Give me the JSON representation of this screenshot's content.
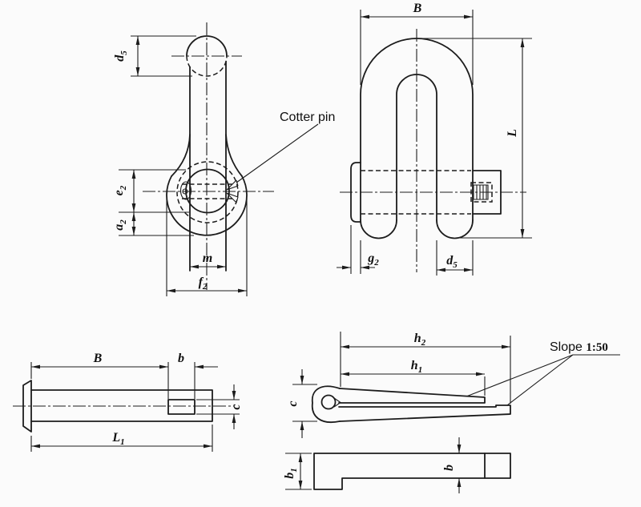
{
  "annotations": {
    "cotter_pin": "Cotter pin",
    "slope_word": "Slope ",
    "slope_ratio": "1:50"
  },
  "dims": {
    "side": {
      "d5": {
        "main": "d",
        "sub": "5"
      },
      "e2": {
        "main": "e",
        "sub": "2"
      },
      "a2": {
        "main": "a",
        "sub": "2"
      },
      "m": {
        "main": "m",
        "sub": ""
      },
      "f2": {
        "main": "f",
        "sub": "2"
      }
    },
    "front": {
      "B": {
        "main": "B",
        "sub": ""
      },
      "L": {
        "main": "L",
        "sub": ""
      },
      "g2": {
        "main": "g",
        "sub": "2"
      },
      "d5": {
        "main": "d",
        "sub": "5"
      }
    },
    "pin": {
      "B": {
        "main": "B",
        "sub": ""
      },
      "b": {
        "main": "b",
        "sub": ""
      },
      "c": {
        "main": "c",
        "sub": ""
      },
      "L1": {
        "main": "L",
        "sub": "1"
      }
    },
    "cotter": {
      "h2": {
        "main": "h",
        "sub": "2"
      },
      "h1": {
        "main": "h",
        "sub": "1"
      },
      "c": {
        "main": "c",
        "sub": ""
      },
      "b1": {
        "main": "b",
        "sub": "1"
      },
      "b": {
        "main": "b",
        "sub": ""
      }
    }
  }
}
